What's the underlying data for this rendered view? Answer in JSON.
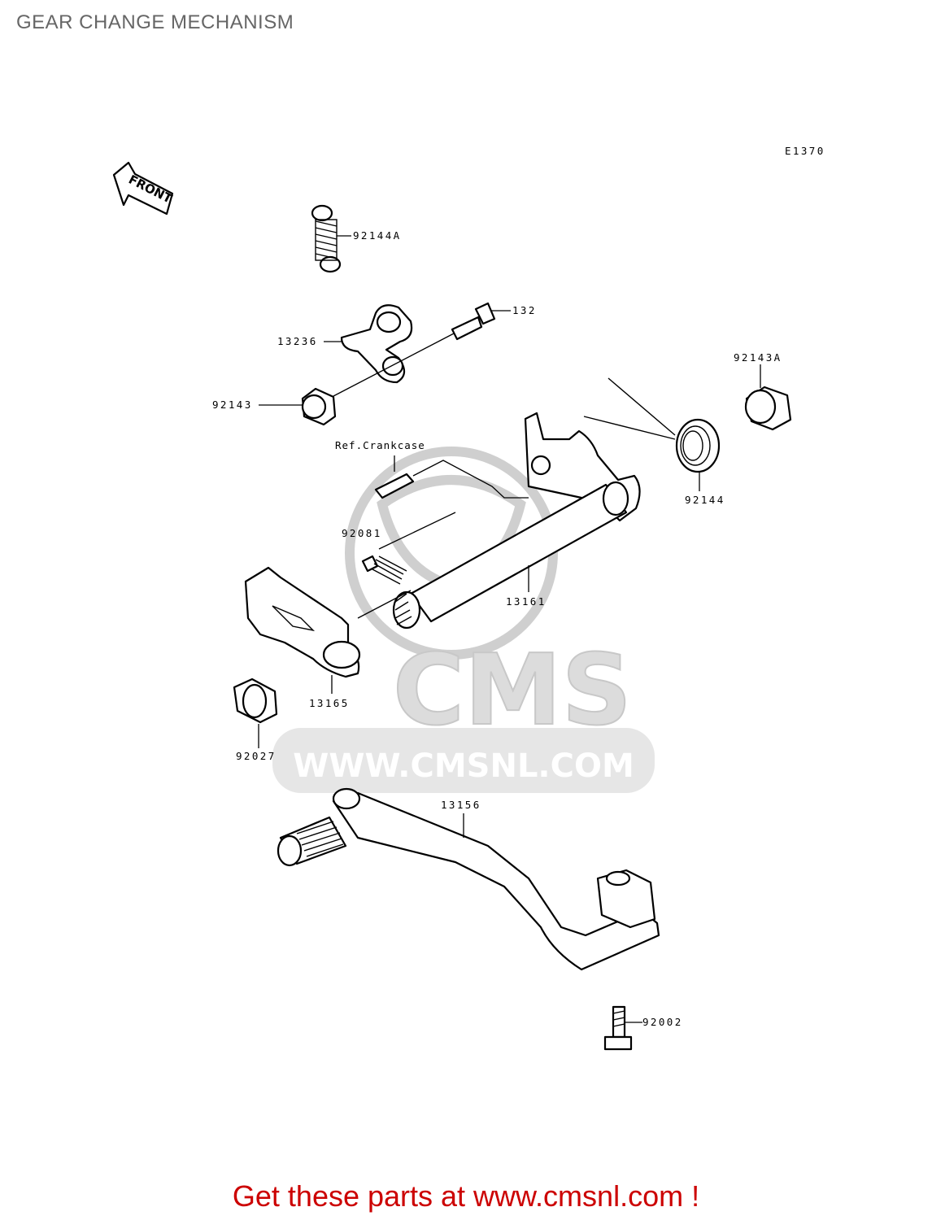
{
  "header": {
    "title": "GEAR CHANGE MECHANISM"
  },
  "diagram": {
    "code": "E1370",
    "front_label": "FRONT",
    "labels": {
      "p92144A": "92144A",
      "p132": "132",
      "p13236": "13236",
      "p92143A": "92143A",
      "p92143": "92143",
      "ref_crankcase": "Ref.Crankcase",
      "p92144": "92144",
      "p92081": "92081",
      "p13161": "13161",
      "p13165": "13165",
      "p92027": "92027",
      "p13156": "13156",
      "p92002": "92002"
    }
  },
  "watermark": {
    "brand": "CMS",
    "url": "WWW.CMSNL.COM"
  },
  "footer": {
    "cta": "Get these parts at www.cmsnl.com !"
  }
}
